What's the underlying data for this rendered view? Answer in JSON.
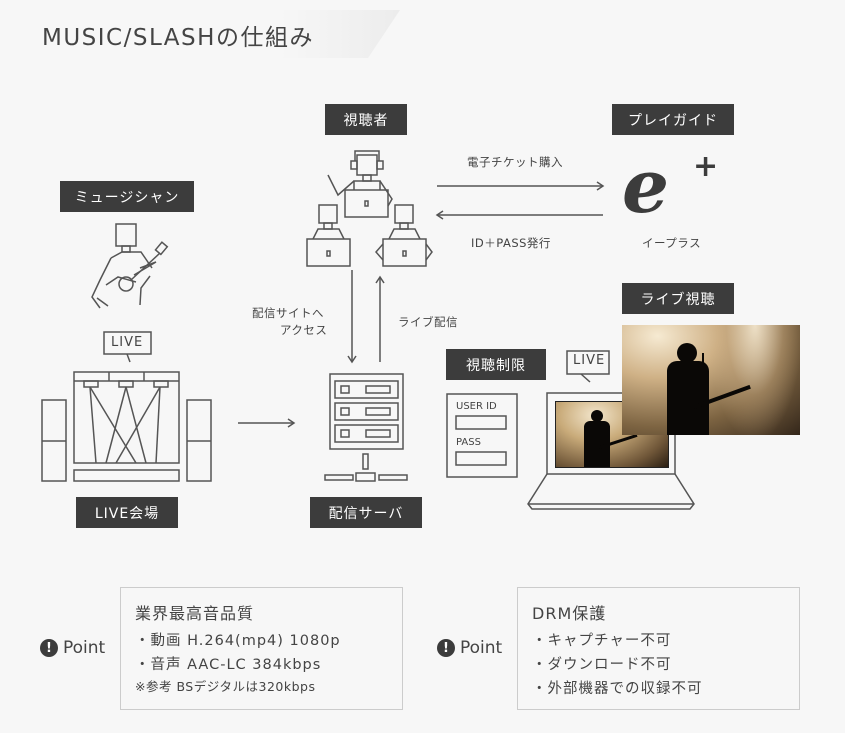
{
  "title": "MUSIC/SLASHの仕組み",
  "labels": {
    "viewer": "視聴者",
    "playguide": "プレイガイド",
    "musician": "ミュージシャン",
    "live_venue": "LIVE会場",
    "server": "配信サーバ",
    "restriction": "視聴制限",
    "live_view": "ライブ視聴"
  },
  "arrows": {
    "ticket_purchase": "電子チケット購入",
    "id_pass_issue": "ID＋PASS発行",
    "access_site_line1": "配信サイトへ",
    "access_site_line2": "アクセス",
    "live_stream": "ライブ配信"
  },
  "eplus": {
    "logo": "e+",
    "caption": "イープラス"
  },
  "bubbles": {
    "venue_live": "LIVE",
    "laptop_live": "LIVE"
  },
  "login_form": {
    "user_id_label": "USER ID",
    "pass_label": "PASS"
  },
  "points": [
    {
      "badge": "Point",
      "heading": "業界最高音品質",
      "lines": [
        "・動画 H.264(mp4) 1080p",
        "・音声 AAC-LC 384kbps"
      ],
      "note": "※参考 BSデジタルは320kbps"
    },
    {
      "badge": "Point",
      "heading": "DRM保護",
      "lines": [
        "・キャプチャー不可",
        "・ダウンロード不可",
        "・外部機器での収録不可"
      ]
    }
  ],
  "colors": {
    "label_bg": "#3c3c3c",
    "line": "#555555",
    "background": "#f7f7f7"
  }
}
